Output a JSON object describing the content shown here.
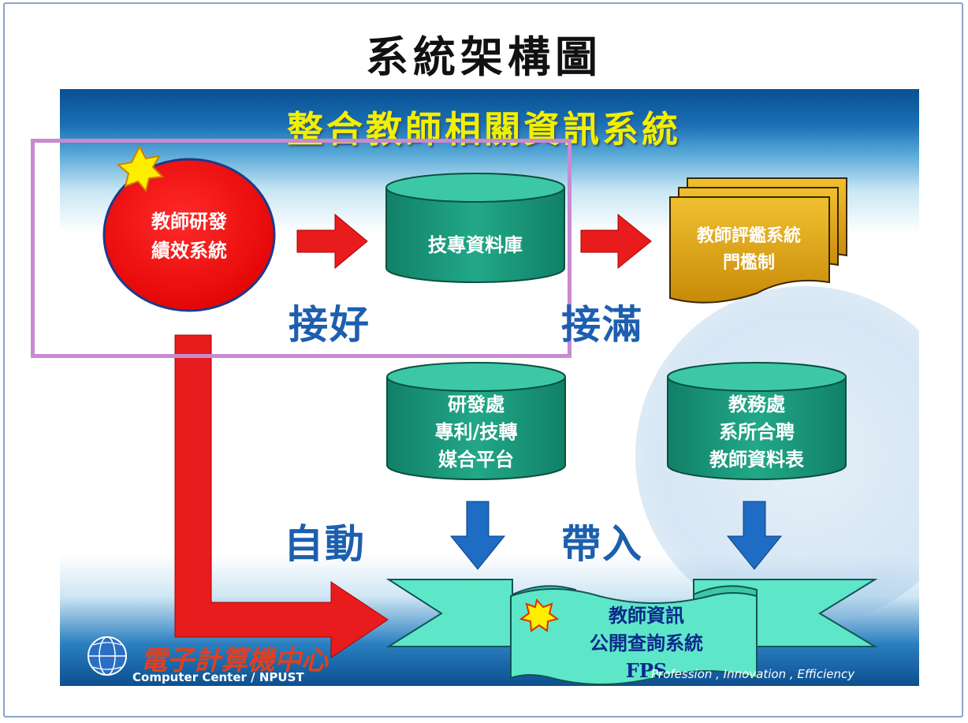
{
  "page_title": "系統架構圖",
  "slide_title": "整合教師相關資訊系統",
  "nodes": {
    "performance_system": [
      "教師研發",
      "績效系統"
    ],
    "tech_database": "技專資料庫",
    "evaluation_system": [
      "教師評鑑系統",
      "門檻制"
    ],
    "rd_office": [
      "研發處",
      "專利/技轉",
      "媒合平台"
    ],
    "academic_office": [
      "教務處",
      "系所合聘",
      "教師資料表"
    ],
    "fps": [
      "教師資訊",
      "公開查詢系統",
      "FPS"
    ]
  },
  "labels": {
    "connect_good": "接好",
    "connect_full": "接滿",
    "auto": "自動",
    "bring_in": "帶入"
  },
  "footer": {
    "center_cn": "電子計算機中心",
    "center_en": "Computer Center / NPUST",
    "motto": "Profession , Innovation , Efficiency"
  },
  "colors": {
    "red_node": "#ff0000",
    "database": "#1b9a7c",
    "document": "#d9a010",
    "ribbon": "#5ee6c8",
    "arrow_red": "#e81c1c",
    "arrow_blue": "#1e6cc4",
    "highlight": "#c88bd0",
    "title_yellow": "#f0f000"
  }
}
